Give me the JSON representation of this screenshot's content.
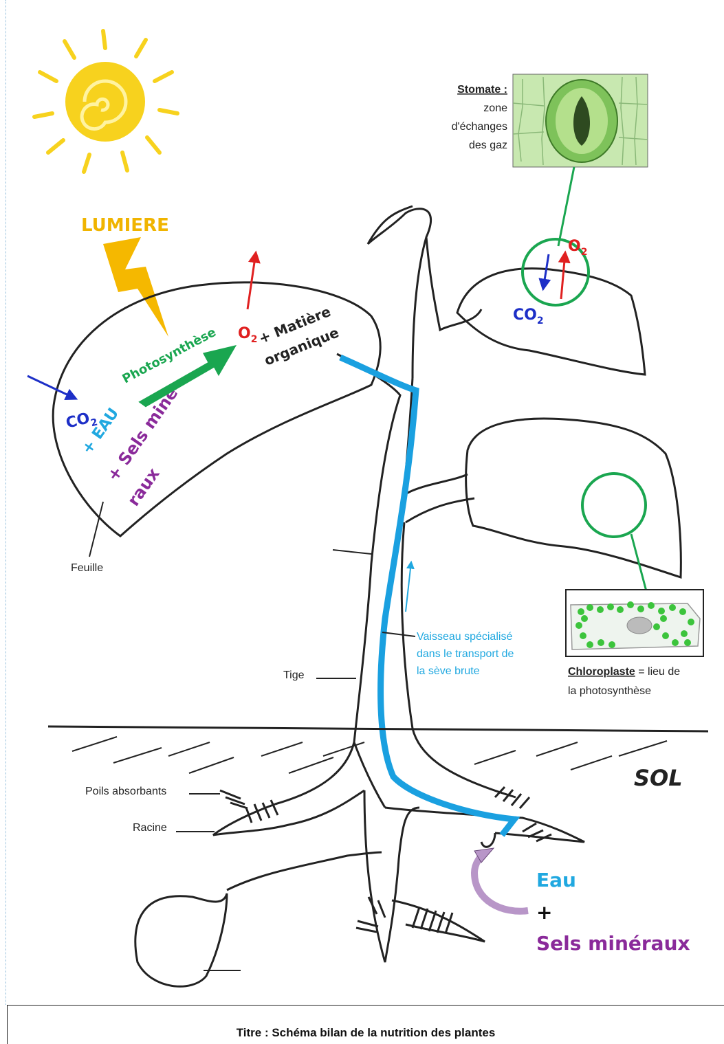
{
  "labels": {
    "lumiere": "LUMIERE",
    "photosynthese": "Photosynthèse",
    "co2_left": "CO",
    "co2_sub": "2",
    "eau_left": "+ EAU",
    "sels_line1": "+ Sels miné-",
    "sels_line2": "raux",
    "o2_left": "O",
    "o2_sub": "2",
    "matiere_line1": "+ Matière",
    "matiere_line2": "organique",
    "stomate_title": "Stomate :",
    "stomate_line1": "zone",
    "stomate_line2": "d'échanges",
    "stomate_line3": "des gaz",
    "o2_right": "O",
    "o2_right_sub": "2",
    "co2_right": "CO",
    "co2_right_sub": "2",
    "feuille": "Feuille",
    "tige": "Tige",
    "vaisseau_line1": "Vaisseau spécialisé",
    "vaisseau_line2": "dans le transport de",
    "vaisseau_line3": "la sève brute",
    "chloroplaste_title": "Chloroplaste",
    "chloroplaste_rest": " = lieu de",
    "chloroplaste_line2": "la photosynthèse",
    "sol": "SOL",
    "poils": "Poils absorbants",
    "racine": "Racine",
    "eau_right": "Eau",
    "plus": "+",
    "sels_right": "Sels minéraux"
  },
  "title": "Titre : Schéma bilan de la nutrition des plantes",
  "colors": {
    "sun": "#f7d21e",
    "lightning": "#f5b800",
    "lumiere_text": "#f0b400",
    "green": "#1aa650",
    "blue_co2": "#1d2fc7",
    "red_o2": "#e02020",
    "cyan": "#20a8e0",
    "purple": "#8a2a9a",
    "sap": "#1aa0e0"
  }
}
